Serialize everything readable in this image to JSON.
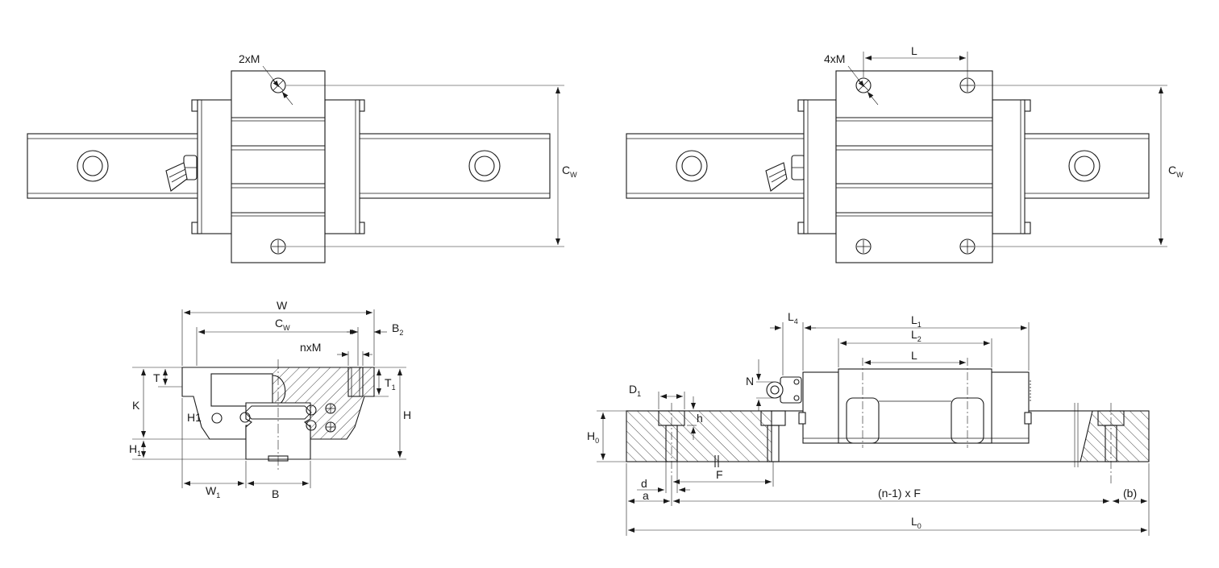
{
  "views": {
    "top_left": {
      "label_holes": "2xM",
      "label_cw": "C",
      "label_cw_sub": "W"
    },
    "top_right": {
      "label_holes": "4xM",
      "label_l": "L",
      "label_cw": "C",
      "label_cw_sub": "W"
    },
    "cross_section": {
      "W": "W",
      "Cw": "C",
      "Cw_sub": "W",
      "B2": "B",
      "B2_sub": "2",
      "nxM": "nxM",
      "T": "T",
      "T1": "T",
      "T1_sub": "1",
      "K": "K",
      "H1_text": "H1",
      "H": "H",
      "H1": "H",
      "H1_sub": "1",
      "W1": "W",
      "W1_sub": "1",
      "B": "B"
    },
    "side_view": {
      "L4": "L",
      "L4_sub": "4",
      "L1": "L",
      "L1_sub": "1",
      "L2": "L",
      "L2_sub": "2",
      "L": "L",
      "N": "N",
      "D1": "D",
      "D1_sub": "1",
      "h": "h",
      "H0": "H",
      "H0_sub": "0",
      "F": "F",
      "d": "d",
      "a": "a",
      "nF": "(n-1) x F",
      "b": "(b)",
      "L0": "L",
      "L0_sub": "0"
    }
  }
}
